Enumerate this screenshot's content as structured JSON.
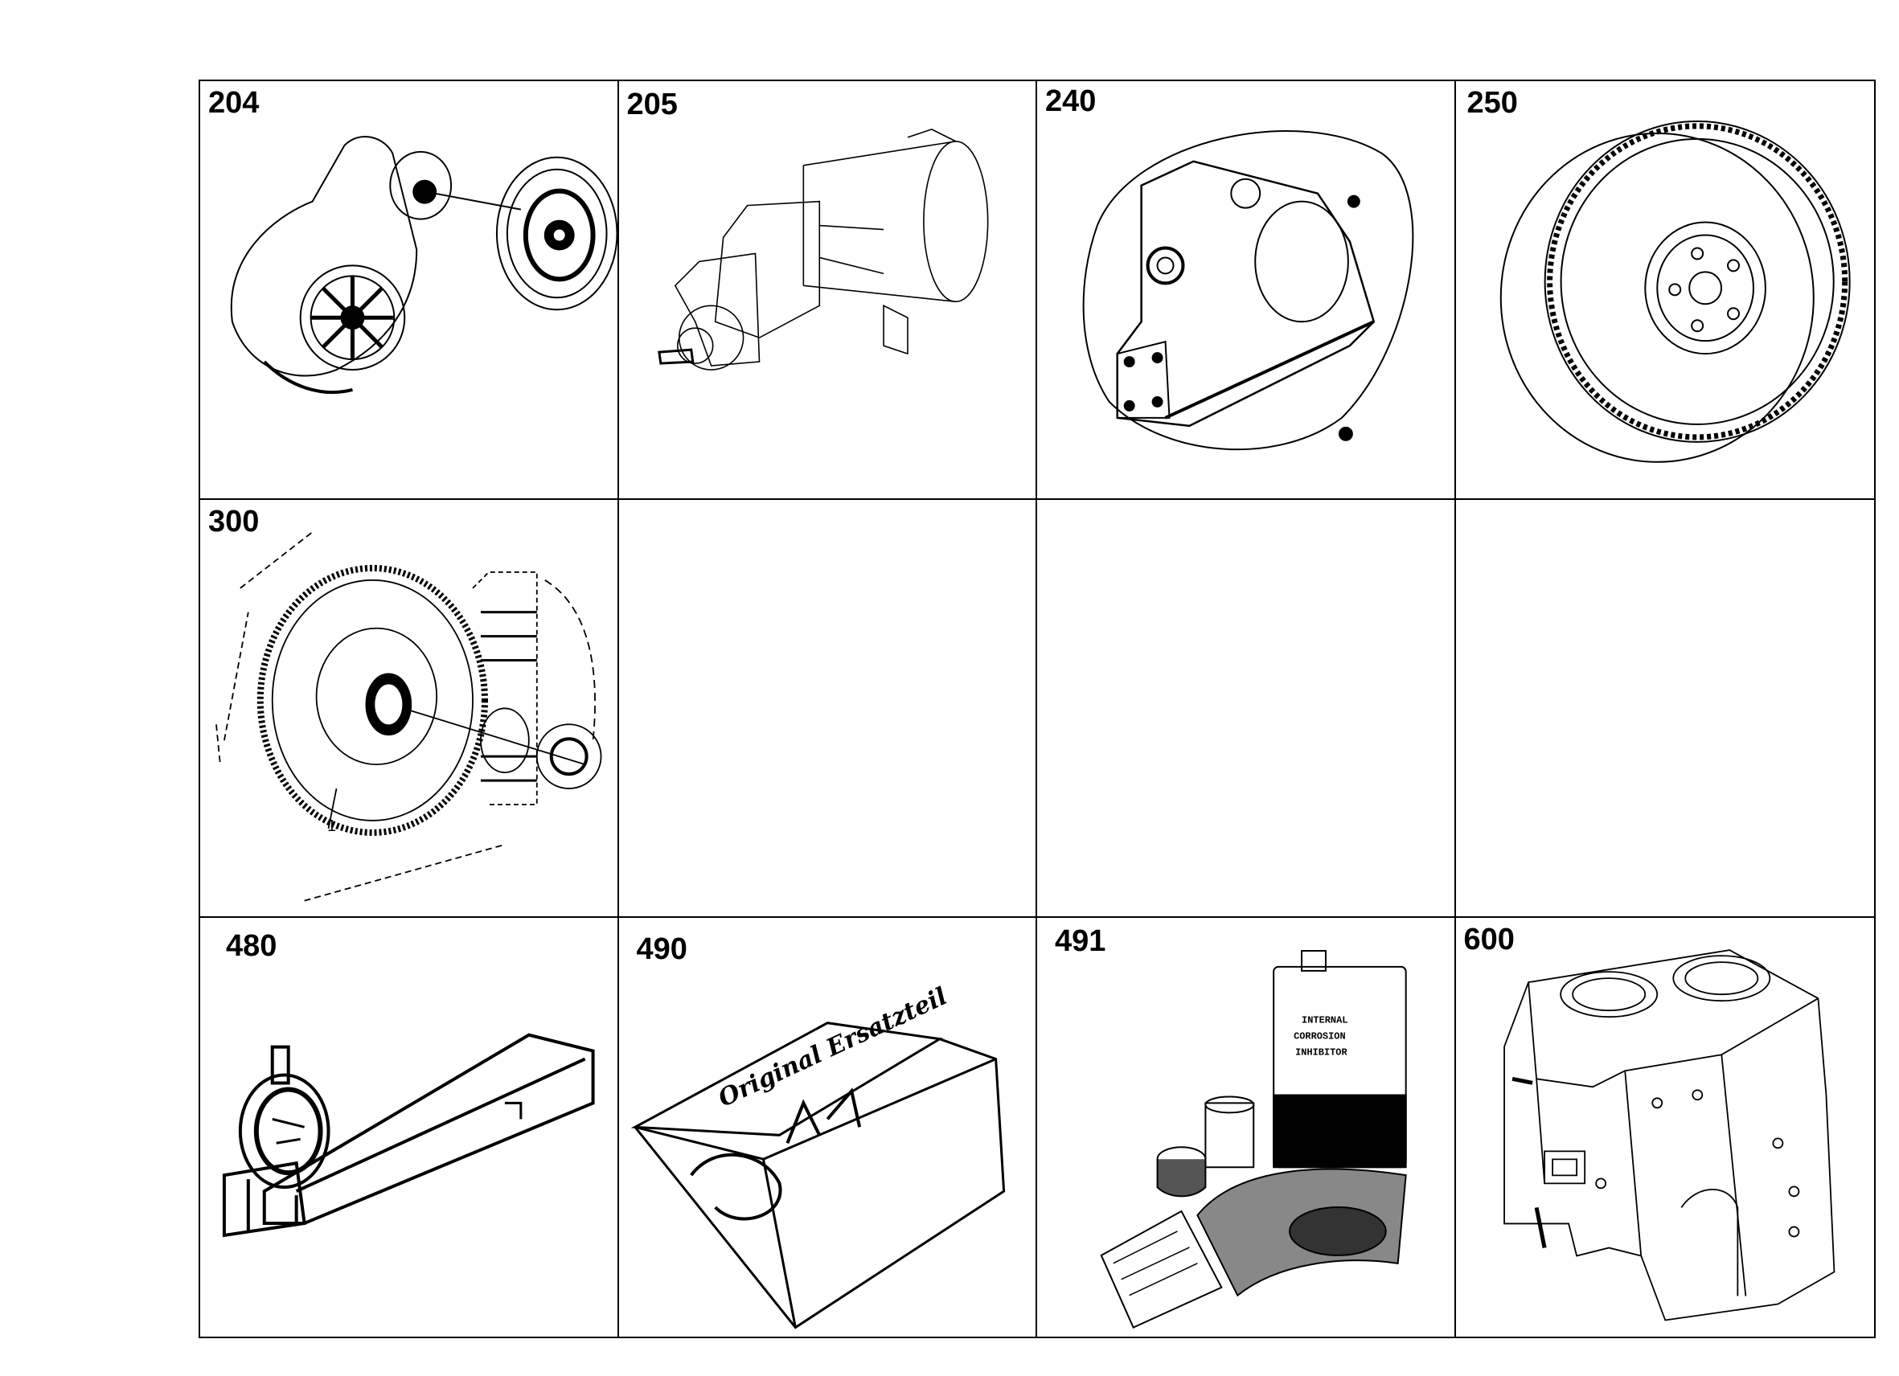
{
  "cells": [
    {
      "number": "204",
      "icon": "belt-tensioner-icon"
    },
    {
      "number": "205",
      "icon": "starter-motor-icon"
    },
    {
      "number": "240",
      "icon": "flywheel-housing-icon"
    },
    {
      "number": "250",
      "icon": "flywheel-icon"
    },
    {
      "number": "300",
      "icon": "timing-gear-icon",
      "callout": "1"
    },
    {
      "number": "",
      "icon": ""
    },
    {
      "number": "",
      "icon": ""
    },
    {
      "number": "",
      "icon": ""
    },
    {
      "number": "480",
      "icon": "dial-gauge-tool-icon"
    },
    {
      "number": "490",
      "icon": "gasket-kit-icon",
      "label": "Original Ersatzteil"
    },
    {
      "number": "491",
      "icon": "corrosion-inhibitor-kit-icon",
      "label": "INTERNAL CORROSION INHIBITOR"
    },
    {
      "number": "600",
      "icon": "engine-block-icon"
    }
  ]
}
